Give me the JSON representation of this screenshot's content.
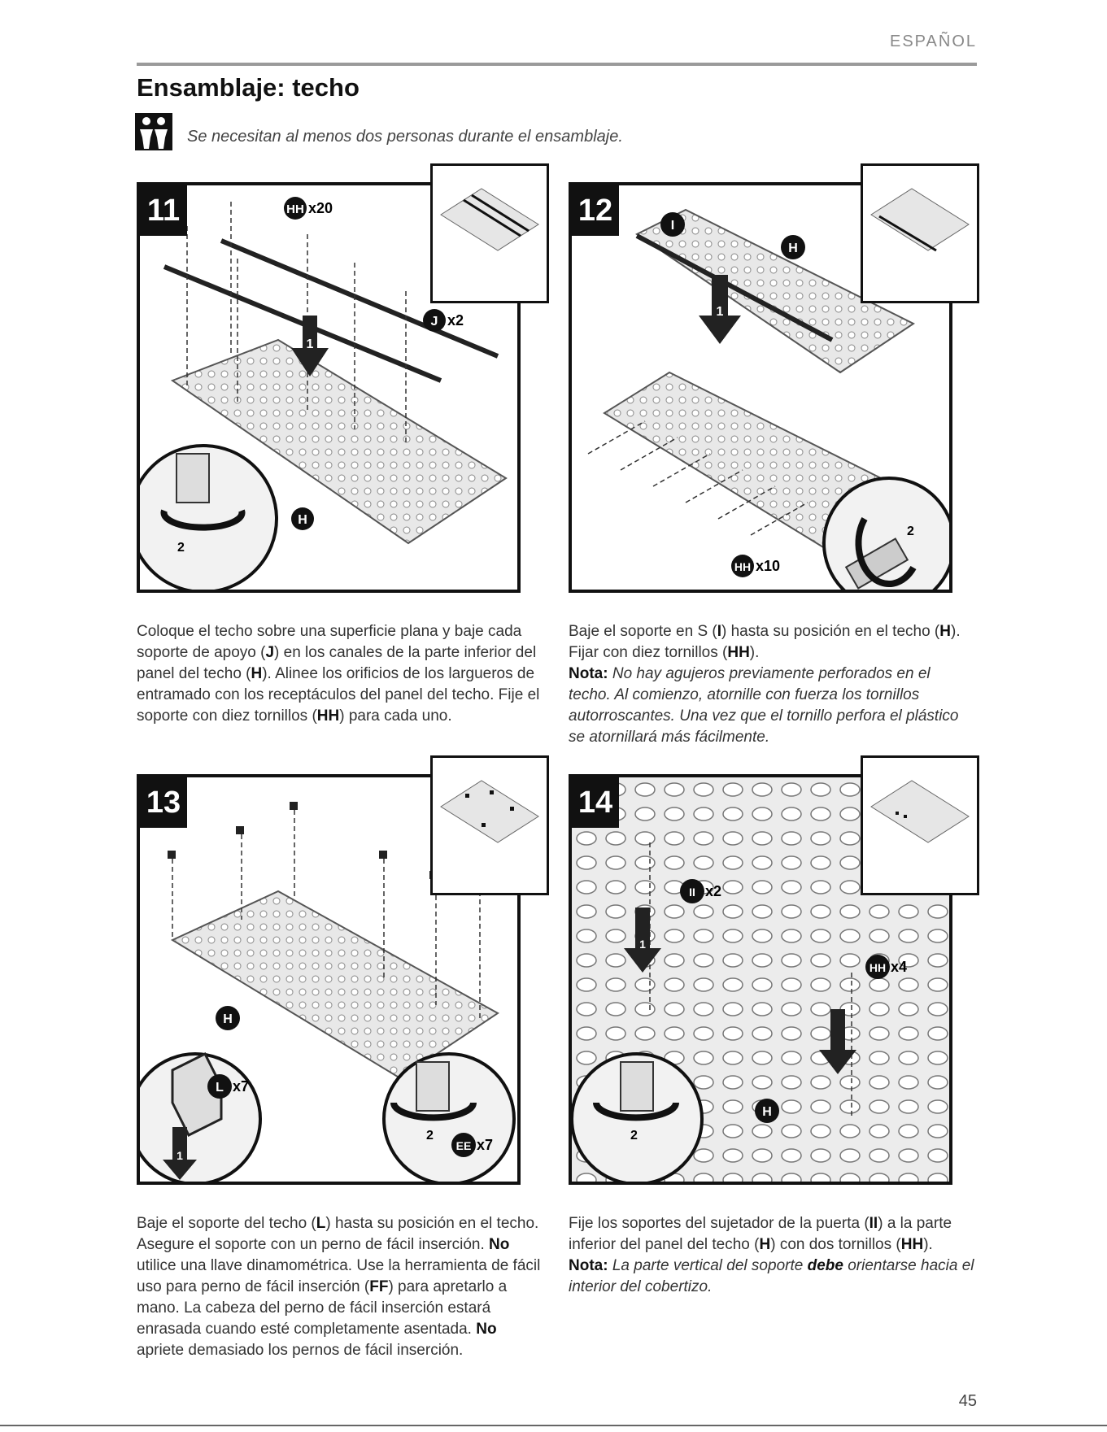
{
  "header": {
    "language": "ESPAÑOL",
    "title": "Ensamblaje: techo"
  },
  "note_top": "Se necesitan al menos dos personas durante el ensamblaje.",
  "steps": [
    {
      "number": "11",
      "labels": {
        "hh": "HH",
        "hh_qty": "x20",
        "j": "J",
        "j_qty": "x2",
        "h": "H",
        "arrow1": "1",
        "arrow2": "2"
      },
      "caption_parts": [
        "Coloque el techo sobre una superficie plana y baje cada soporte de apoyo (",
        "J",
        ") en los canales de la parte inferior del panel del techo (",
        "H",
        "). Alinee los orificios de los largueros de entramado con los receptáculos del panel del techo. Fije el soporte con diez tornillos (",
        "HH",
        ") para cada uno."
      ]
    },
    {
      "number": "12",
      "labels": {
        "i": "I",
        "h": "H",
        "hh": "HH",
        "hh_qty": "x10",
        "arrow1": "1",
        "arrow2": "2"
      },
      "caption_parts": [
        "Baje el soporte en S (",
        "I",
        ") hasta su posición en el techo (",
        "H",
        "). Fijar con diez tornillos (",
        "HH",
        ")."
      ],
      "nota_label": "Nota:",
      "nota_text": "No hay agujeros previamente perforados en el techo. Al comienzo, atornille con fuerza los tornillos autorroscantes. Una vez que el tornillo perfora el plástico se atornillará más fácilmente."
    },
    {
      "number": "13",
      "labels": {
        "h": "H",
        "l": "L",
        "l_qty": "x7",
        "ee": "EE",
        "ee_qty": "x7",
        "arrow1": "1",
        "arrow2": "2"
      },
      "caption_parts": [
        "Baje el soporte del techo (",
        "L",
        ") hasta su posición en el techo. Asegure el soporte con un perno de fácil inserción. ",
        "No",
        " utilice una llave dinamométrica. Use la herramienta de fácil uso para perno de fácil inserción (",
        "FF",
        ") para apretarlo a mano. La cabeza del perno de fácil inserción estará enrasada cuando esté completamente asentada. ",
        "No",
        " apriete demasiado los pernos de fácil inserción."
      ]
    },
    {
      "number": "14",
      "labels": {
        "ii": "II",
        "ii_qty": "x2",
        "hh": "HH",
        "hh_qty": "x4",
        "h": "H",
        "arrow1": "1",
        "arrow2": "2"
      },
      "caption_parts": [
        "Fije los soportes del sujetador de la puerta (",
        "II",
        ") a la parte inferior del panel del techo (",
        "H",
        ") con dos tornillos (",
        "HH",
        ")."
      ],
      "nota_label": "Nota:",
      "nota_parts": [
        "La parte vertical del soporte ",
        "debe",
        " orientarse hacia el interior del cobertizo."
      ]
    }
  ],
  "page_number": "45"
}
